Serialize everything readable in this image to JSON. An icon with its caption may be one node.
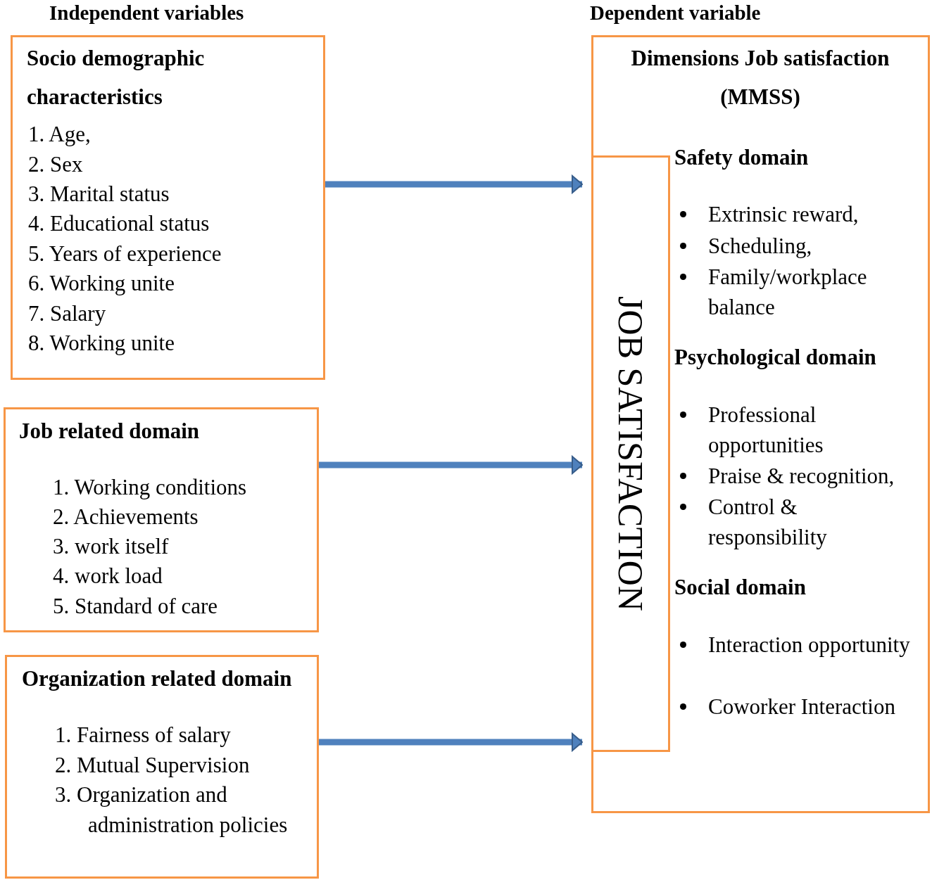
{
  "diagram": {
    "nodes": [
      {
        "text": [
          "Socio demographic characteristics",
          "1. Age,",
          "2. Sex",
          "3. Marital status",
          "4. Educational status",
          "5. Years of experience",
          "6. Working unite",
          "7. Salary",
          "8. Working unite"
        ]
      },
      {
        "text": [
          "Job related domain",
          "1. Working conditions",
          "2. Achievements",
          "3. work itself",
          "4. work load",
          "5. Standard of care"
        ]
      },
      {
        "text": [
          "Organization related domain",
          "1. Fairness of salary",
          "2. Mutual Supervision",
          "3. Organization and administration policies"
        ]
      },
      {
        "text": [
          "Dimensions Job satisfaction (MMSS)",
          "Safety domain",
          "Extrinsic reward,",
          "Scheduling,",
          "Family/workplace balance",
          "Psychological domain",
          "Professional opportunities",
          "Praise & recognition,",
          "Control & responsibility",
          "Social domain",
          "Interaction opportunity",
          "Coworker Interaction"
        ]
      },
      {
        "text": [
          "JOB SATISFACTION"
        ],
        "in": 3
      }
    ],
    "edges": [
      {
        "from": 0,
        "to": 4,
        "arrow": "to"
      },
      {
        "from": 1,
        "to": 4,
        "arrow": "to"
      },
      {
        "from": 2,
        "to": 4,
        "arrow": "to"
      }
    ],
    "labels": [
      "Independent variables",
      "Dependent variable"
    ]
  }
}
